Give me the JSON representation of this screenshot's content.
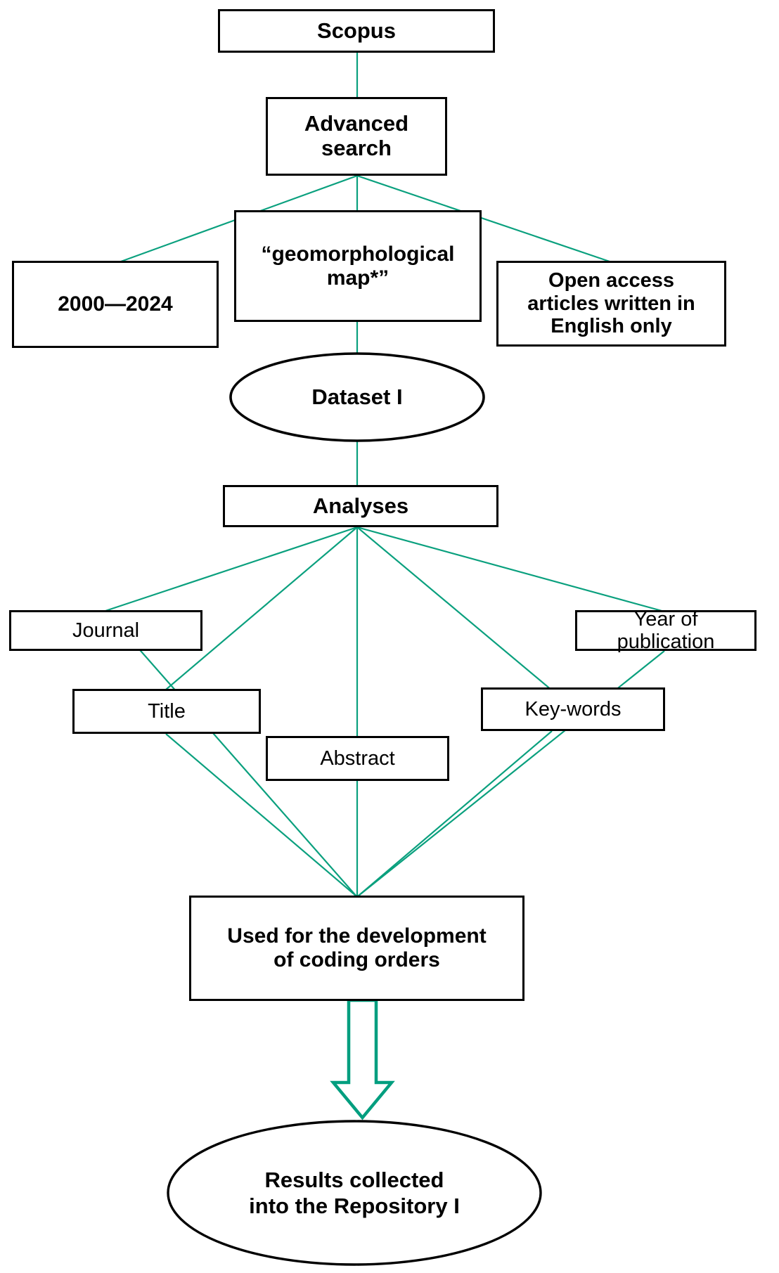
{
  "diagram": {
    "title": "Scopus literature search and analysis workflow",
    "line_color": "#0aa07e",
    "node_border_color": "#000000",
    "background_color": "#ffffff"
  },
  "nodes": {
    "source": {
      "label": "Scopus",
      "shape": "rectangle"
    },
    "search": {
      "label": "Advanced\nsearch",
      "shape": "rectangle"
    },
    "query": {
      "label": "“geomorphological\nmap*”",
      "shape": "rectangle"
    },
    "years": {
      "label": "2000—2024",
      "shape": "rectangle"
    },
    "access": {
      "label": "Open access\narticles written in\nEnglish only",
      "shape": "rectangle"
    },
    "dataset": {
      "label": "Dataset I",
      "shape": "ellipse"
    },
    "analyses": {
      "label": "Analyses",
      "shape": "rectangle"
    },
    "journal": {
      "label": "Journal",
      "shape": "rectangle"
    },
    "title_field": {
      "label": "Title",
      "shape": "rectangle"
    },
    "abstract": {
      "label": "Abstract",
      "shape": "rectangle"
    },
    "keywords": {
      "label": "Key-words",
      "shape": "rectangle"
    },
    "year_of_publication": {
      "label": "Year of\npublication",
      "shape": "rectangle"
    },
    "coding": {
      "label": "Used for the development\nof coding orders",
      "shape": "rectangle"
    },
    "results": {
      "label": "Results collected\ninto the Repository I",
      "shape": "ellipse"
    }
  },
  "edges": [
    {
      "from": "source",
      "to": "search"
    },
    {
      "from": "search",
      "to": "years"
    },
    {
      "from": "search",
      "to": "query"
    },
    {
      "from": "search",
      "to": "access"
    },
    {
      "from": "query",
      "to": "dataset"
    },
    {
      "from": "dataset",
      "to": "analyses"
    },
    {
      "from": "analyses",
      "to": "journal"
    },
    {
      "from": "analyses",
      "to": "title_field"
    },
    {
      "from": "analyses",
      "to": "abstract"
    },
    {
      "from": "analyses",
      "to": "keywords"
    },
    {
      "from": "analyses",
      "to": "year_of_publication"
    },
    {
      "from": "journal",
      "to": "coding"
    },
    {
      "from": "title_field",
      "to": "coding"
    },
    {
      "from": "abstract",
      "to": "coding"
    },
    {
      "from": "keywords",
      "to": "coding"
    },
    {
      "from": "year_of_publication",
      "to": "coding"
    },
    {
      "from": "coding",
      "to": "results",
      "style": "block-arrow"
    }
  ]
}
